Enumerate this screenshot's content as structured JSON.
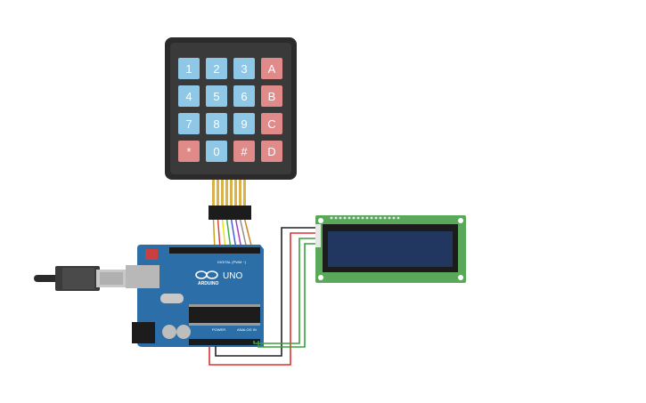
{
  "keypad": {
    "rows": [
      [
        {
          "label": "1",
          "kind": "num"
        },
        {
          "label": "2",
          "kind": "num"
        },
        {
          "label": "3",
          "kind": "num"
        },
        {
          "label": "A",
          "kind": "letter"
        }
      ],
      [
        {
          "label": "4",
          "kind": "num"
        },
        {
          "label": "5",
          "kind": "num"
        },
        {
          "label": "6",
          "kind": "num"
        },
        {
          "label": "B",
          "kind": "letter"
        }
      ],
      [
        {
          "label": "7",
          "kind": "num"
        },
        {
          "label": "8",
          "kind": "num"
        },
        {
          "label": "9",
          "kind": "num"
        },
        {
          "label": "C",
          "kind": "letter"
        }
      ],
      [
        {
          "label": "*",
          "kind": "letter"
        },
        {
          "label": "0",
          "kind": "num"
        },
        {
          "label": "#",
          "kind": "letter"
        },
        {
          "label": "D",
          "kind": "letter"
        }
      ]
    ]
  },
  "arduino": {
    "brand": "ARDUINO",
    "model": "UNO",
    "digital_label": "DIGITAL (PWM ~)",
    "power_label": "POWER",
    "analog_label": "ANALOG IN"
  },
  "colors": {
    "board": "#2c6fa8",
    "keypad_body": "#2b2b2b",
    "key_num": "#8ec8e6",
    "key_letter": "#e08a8a",
    "lcd_pcb": "#5aa85a",
    "lcd_screen": "#223760",
    "wire_red": "#e03030",
    "wire_black": "#222222",
    "wire_green": "#3aa03a",
    "ribbon": [
      "#c8a020",
      "#e04040",
      "#e8e020",
      "#40b040",
      "#4060e0",
      "#a040c0",
      "#909090",
      "#d08020"
    ]
  }
}
